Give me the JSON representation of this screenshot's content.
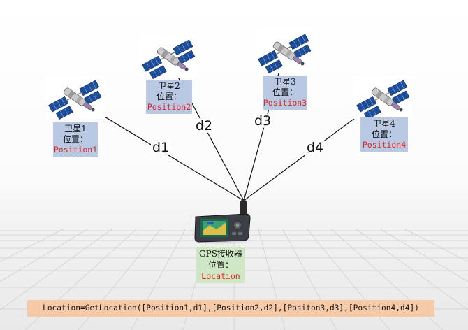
{
  "satellites": [
    {
      "name": "卫星1",
      "pos_label": "位置：",
      "pos_value": "Position1"
    },
    {
      "name": "卫星2",
      "pos_label": "位置：",
      "pos_value": "Position2"
    },
    {
      "name": "卫星3",
      "pos_label": "位置：",
      "pos_value": "Position3"
    },
    {
      "name": "卫星4",
      "pos_label": "位置：",
      "pos_value": "Position4"
    }
  ],
  "distances": [
    "d1",
    "d2",
    "d3",
    "d4"
  ],
  "receiver": {
    "name": "GPS接收器",
    "pos_label": "位置：",
    "pos_value": "Location"
  },
  "formula": "Location=GetLocation([Position1,d1],[Position2,d2],[Positon3,d3],[Position4,d4])",
  "colors": {
    "label_bg": "#b9c9e4",
    "receiver_bg": "#cfe7c4",
    "formula_bg": "#f6c9a7",
    "position_text": "#e8211b"
  }
}
